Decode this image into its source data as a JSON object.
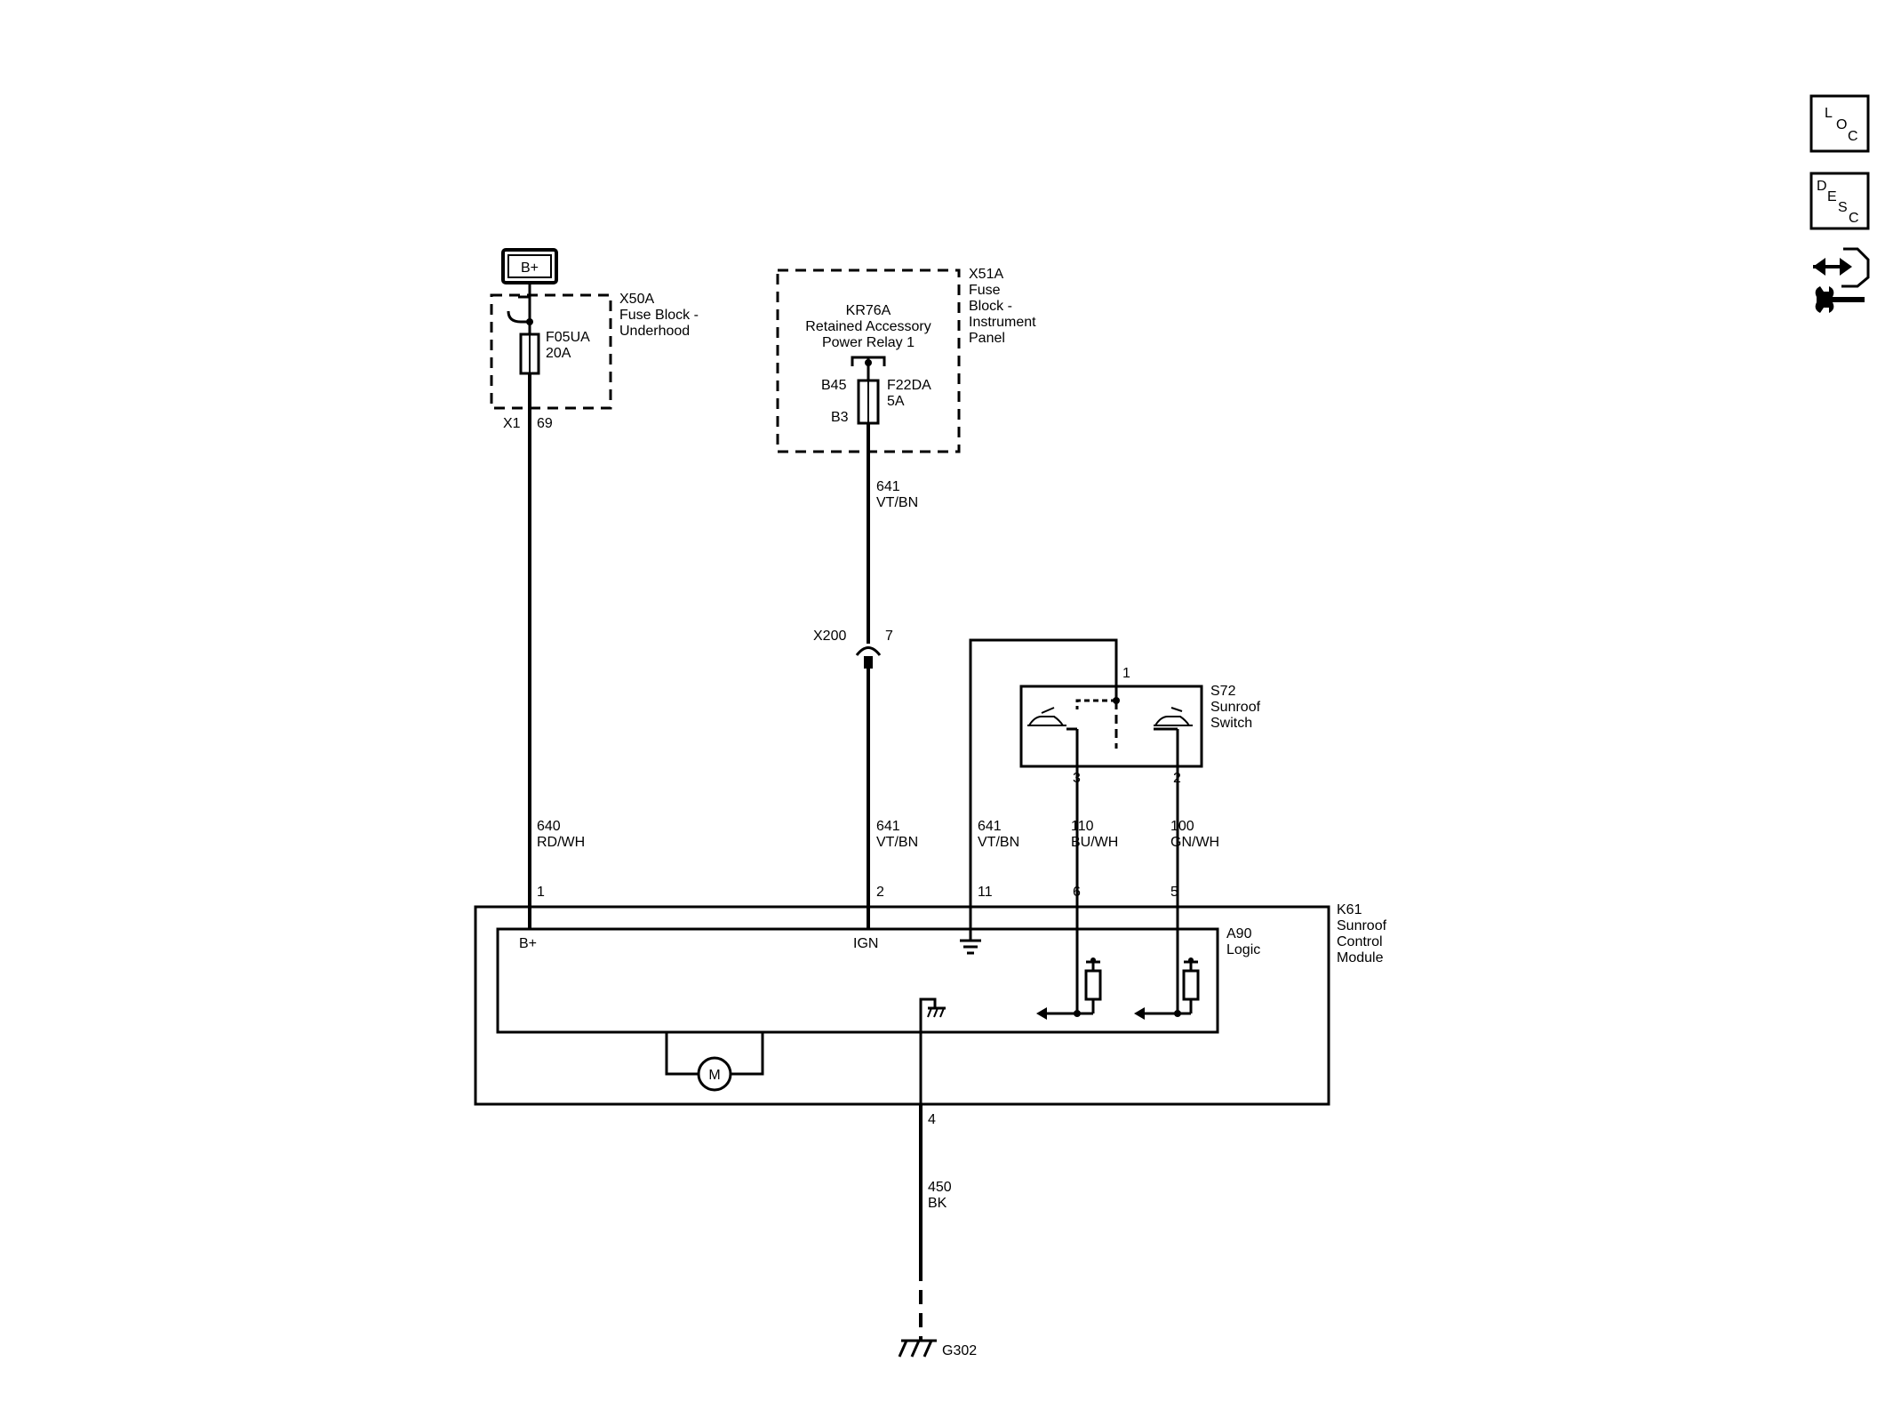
{
  "power": {
    "bplus_symbol": "B+"
  },
  "x50a": {
    "id": "X50A",
    "name_line1": "Fuse Block -",
    "name_line2": "Underhood",
    "fuse_id": "F05UA",
    "fuse_rating": "20A",
    "conn": "X1",
    "pin": "69"
  },
  "x51a": {
    "id": "X51A",
    "name_line1": "Fuse",
    "name_line2": "Block -",
    "name_line3": "Instrument",
    "name_line4": "Panel",
    "relay_id": "KR76A",
    "relay_line1": "Retained Accessory",
    "relay_line2": "Power Relay 1",
    "fuse_id": "F22DA",
    "fuse_rating": "5A",
    "pin_top": "B45",
    "pin_bottom": "B3"
  },
  "wires": {
    "w641_top": {
      "circuit": "641",
      "color": "VT/BN"
    },
    "w640": {
      "circuit": "640",
      "color": "RD/WH"
    },
    "w641_mid": {
      "circuit": "641",
      "color": "VT/BN"
    },
    "w641_right": {
      "circuit": "641",
      "color": "VT/BN"
    },
    "w110": {
      "circuit": "110",
      "color": "BU/WH"
    },
    "w100": {
      "circuit": "100",
      "color": "GN/WH"
    },
    "w450": {
      "circuit": "450",
      "color": "BK"
    }
  },
  "x200": {
    "id": "X200",
    "pin": "7"
  },
  "s72": {
    "id": "S72",
    "name_line1": "Sunroof",
    "name_line2": "Switch",
    "pin_top": "1",
    "pin_left": "3",
    "pin_right": "2"
  },
  "k61": {
    "id": "K61",
    "name_line1": "Sunroof",
    "name_line2": "Control",
    "name_line3": "Module",
    "pins": {
      "p1": "1",
      "p2": "2",
      "p11": "11",
      "p6": "6",
      "p5": "5",
      "p4": "4"
    },
    "a90_id": "A90",
    "a90_name": "Logic",
    "label_bplus": "B+",
    "label_ign": "IGN",
    "motor_label": "M"
  },
  "ground": {
    "id": "G302"
  },
  "nav": {
    "loc": {
      "l1": "L",
      "l2": "O",
      "l3": "C"
    },
    "desc": {
      "l1": "D",
      "l2": "E",
      "l3": "S",
      "l4": "C"
    }
  }
}
